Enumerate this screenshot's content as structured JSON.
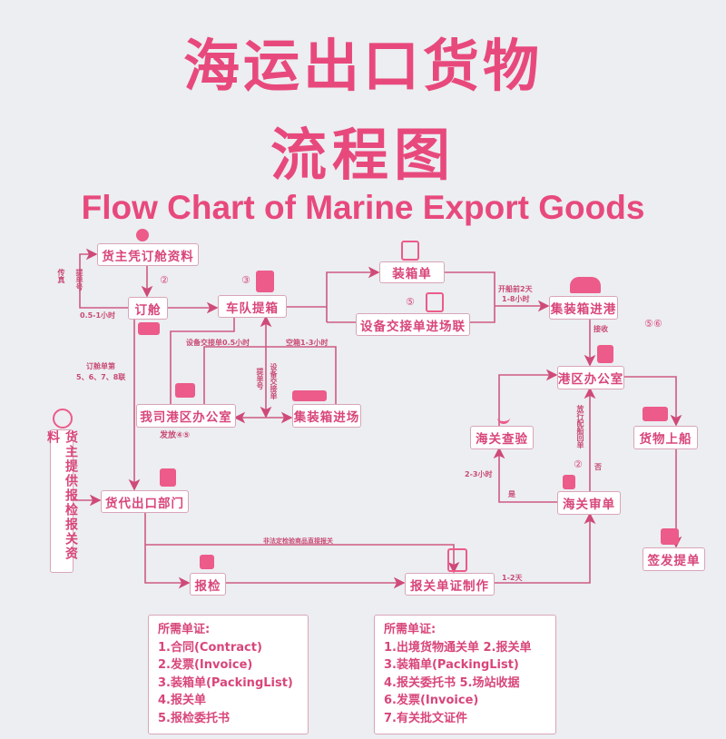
{
  "title_line1": "海运出口货物",
  "title_line2": "流程图",
  "title_en": "Flow Chart of Marine Export Goods",
  "accent_color": "#e8497d",
  "nodes": {
    "shipper_booking_docs": "货主凭订舱资料",
    "booking": "订舱",
    "fleet_pickup": "车队提箱",
    "packing_list": "装箱单",
    "eir_entry": "设备交接单进场联",
    "container_into_port": "集装箱进港",
    "port_office": "港区办公室",
    "customs_inspection": "海关查验",
    "cargo_loading": "货物上船",
    "customs_review": "海关审单",
    "our_port_office": "我司港区办公室",
    "container_entry": "集装箱进场",
    "forwarder_export": "货代出口部门",
    "inspection": "报检",
    "declaration_docs": "报关单证制作",
    "issue_bl": "签发提单",
    "shipper_provides": "货主提供报检报关资料"
  },
  "labels": {
    "fax": "传真",
    "bl_no": "提单号",
    "half_to_one_hour": "0.5-1小时",
    "c2a": "②",
    "c3": "③",
    "c5": "⑤",
    "before_sail": "开船前2天",
    "one_to_eight": "1-8小时",
    "receive": "接收",
    "c56": "⑤⑥",
    "release": "放行配船回单",
    "c2b": "②",
    "no": "否",
    "yes": "是",
    "two_three": "2-3小时",
    "eir_half": "设备交接单0.5小时",
    "empty_box": "空箱1-3小时",
    "bl_no2": "提单号",
    "eir": "设备交接单",
    "booking_copies_1": "订舱单第",
    "booking_copies_2": "5、6、7、8联",
    "issue45": "发放④⑤",
    "direct_declare": "非法定检验商品直接报关",
    "one_two_days": "1-2天"
  },
  "requirements_left": {
    "title": "所需单证:",
    "items": [
      "1.合同(Contract)",
      "2.发票(Invoice)",
      "3.装箱单(PackingList)",
      "4.报关单",
      "5.报检委托书"
    ]
  },
  "requirements_right": {
    "title": "所需单证:",
    "items": [
      "1.出境货物通关单  2.报关单",
      "3.装箱单(PackingList)",
      "4.报关委托书    5.场站收据",
      "6.发票(Invoice)",
      "7.有关批文证件"
    ]
  }
}
